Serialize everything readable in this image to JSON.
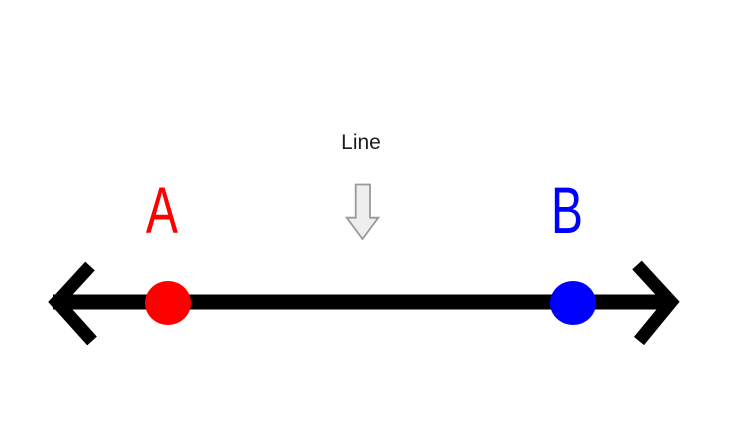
{
  "diagram": {
    "background": "#ffffff",
    "annotation": {
      "label": "Line",
      "label_color": "#1c1c1c",
      "pointer_icon": "down-block-arrow",
      "arrow_fill": "#eeeeee",
      "arrow_border": "#999999"
    },
    "line": {
      "color": "#000000",
      "style": "double-arrow-ended"
    },
    "points": [
      {
        "label": "A",
        "color": "#ff0000"
      },
      {
        "label": "B",
        "color": "#0000ff"
      }
    ]
  }
}
